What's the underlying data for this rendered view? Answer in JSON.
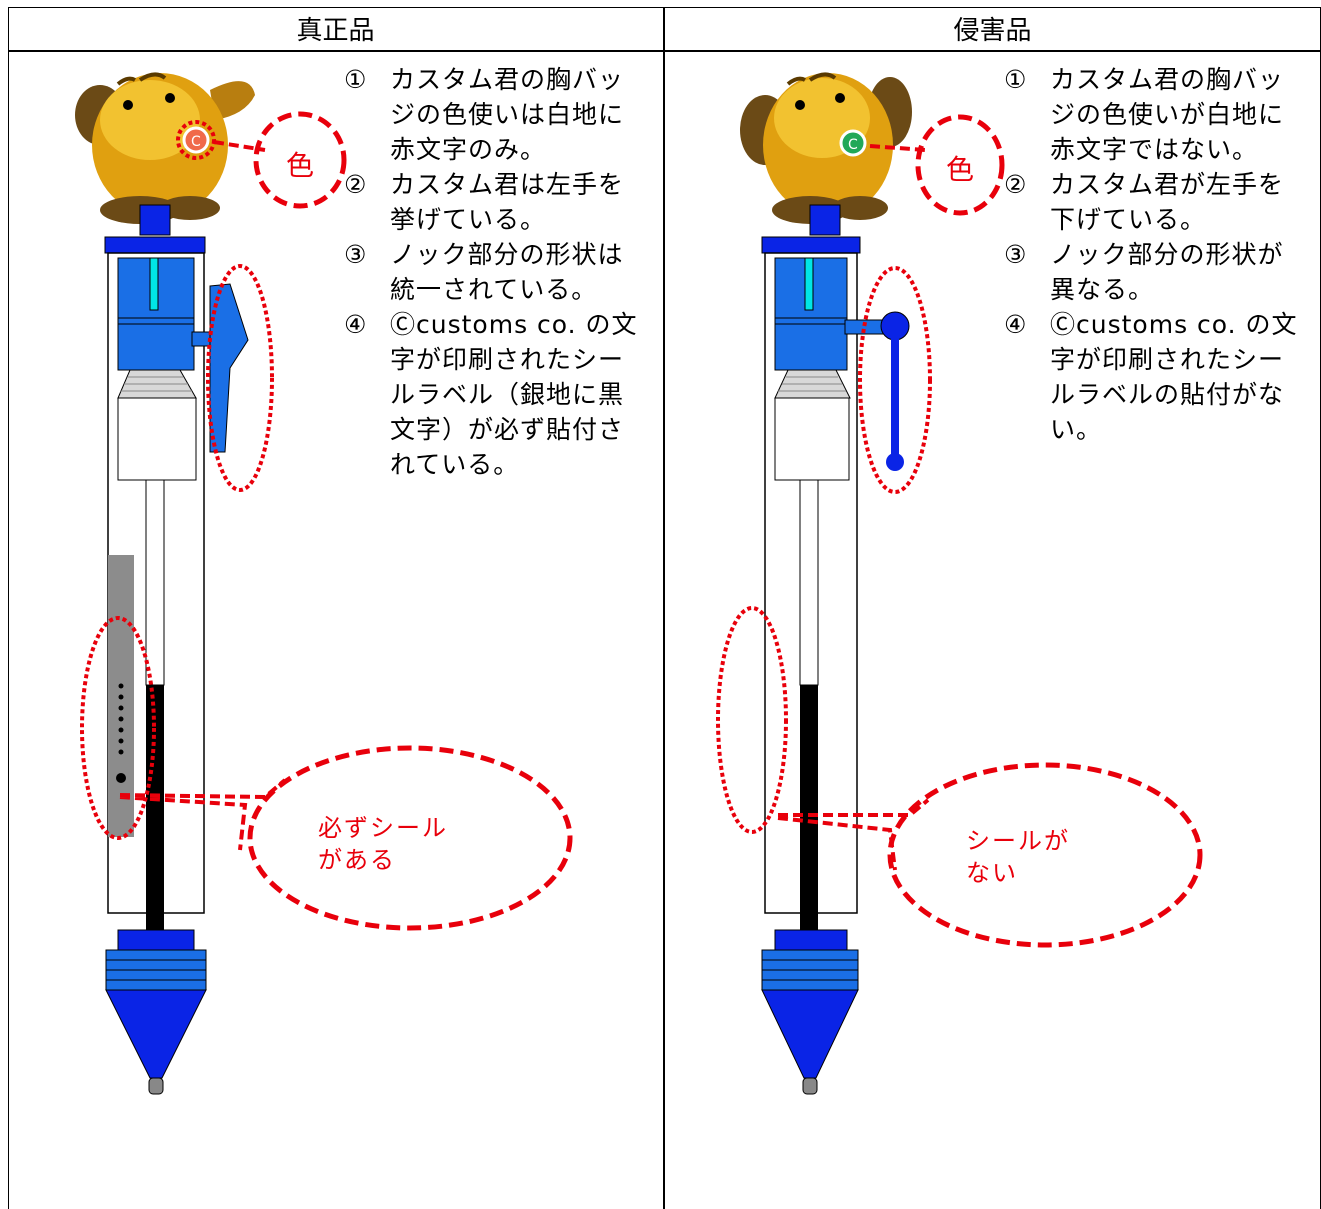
{
  "table": {
    "headers": [
      "真正品",
      "侵害品"
    ]
  },
  "genuine": {
    "notes": [
      {
        "num": "①",
        "text": "カスタム君の胸バッジの色使いは白地に赤文字のみ。"
      },
      {
        "num": "②",
        "text": "カスタム君は左手を挙げている。"
      },
      {
        "num": "③",
        "text": "ノック部分の形状は統一されている。"
      },
      {
        "num": "④",
        "text": "Ⓒcustoms co. の文字が印刷されたシールラベル（銀地に黒文字）が必ず貼付されている。"
      }
    ],
    "color_callout": "色",
    "seal_callout_line1": "必ずシール",
    "seal_callout_line2": "がある"
  },
  "infringing": {
    "notes": [
      {
        "num": "①",
        "text": "カスタム君の胸バッジの色使いが白地に赤文字ではない。"
      },
      {
        "num": "②",
        "text": "カスタム君が左手を下げている。"
      },
      {
        "num": "③",
        "text": "ノック部分の形状が異なる。"
      },
      {
        "num": "④",
        "text": "Ⓒcustoms co. の文字が印刷されたシールラベルの貼付がない。"
      }
    ],
    "color_callout": "色",
    "seal_callout_line1": "シールが",
    "seal_callout_line2": "ない"
  },
  "colors": {
    "pen_blue": "#0a24e6",
    "clicker_blue": "#1a6fe6",
    "callout_red": "#e8000b",
    "seal_gray": "#8c8c8c",
    "mascot_gold": "#e6a400",
    "badge_genuine": "#f06a4a",
    "badge_fake": "#22a858"
  }
}
